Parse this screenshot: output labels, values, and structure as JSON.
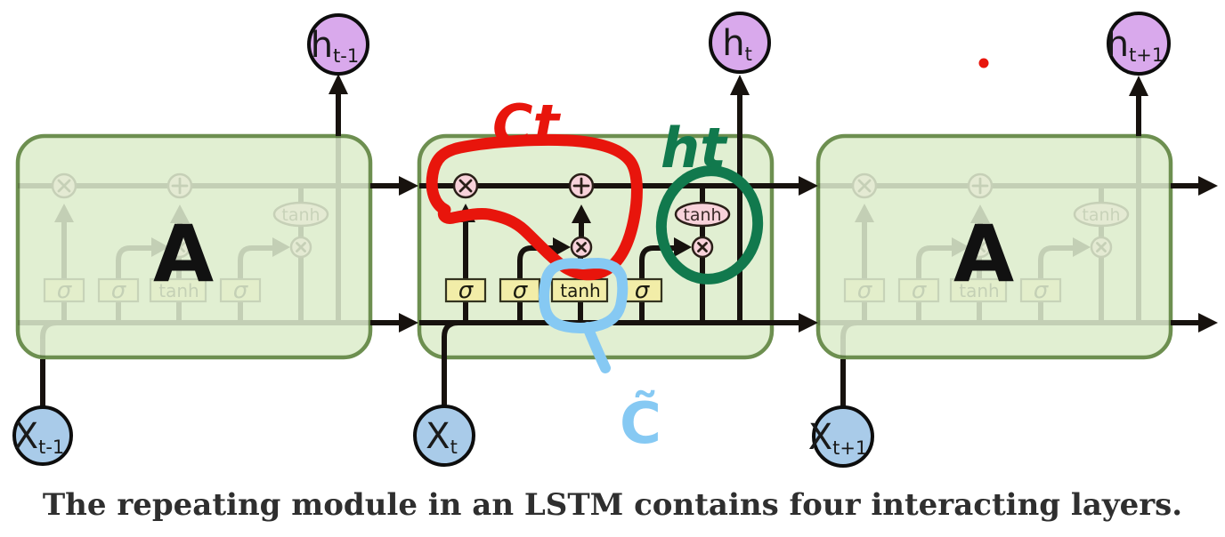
{
  "caption": "The repeating module in an LSTM contains four interacting layers.",
  "module_label": "A",
  "nodes": {
    "h_prev": {
      "main": "h",
      "sub": "t-1"
    },
    "h_t": {
      "main": "h",
      "sub": "t"
    },
    "h_next": {
      "main": "h",
      "sub": "t+1"
    },
    "x_prev": {
      "main": "X",
      "sub": "t-1"
    },
    "x_t": {
      "main": "X",
      "sub": "t"
    },
    "x_next": {
      "main": "X",
      "sub": "t+1"
    }
  },
  "gates": {
    "forget": "σ",
    "input": "σ",
    "candidate": "tanh",
    "output": "σ",
    "cell_activation": "tanh"
  },
  "annotations": {
    "cell_state": "Ct",
    "hidden_state": "ht",
    "candidate": "C̃"
  },
  "colors": {
    "module_fill": "#e1efd2",
    "module_border": "#6d8f50",
    "gate_fill": "#f2eda8",
    "node_pink": "#f8d2da",
    "h_circle_purple": "#d9a9ec",
    "x_circle_blue": "#a9cbe9",
    "annotation_red": "#e8150c",
    "annotation_green": "#11794d",
    "annotation_blue": "#86c9f3"
  }
}
